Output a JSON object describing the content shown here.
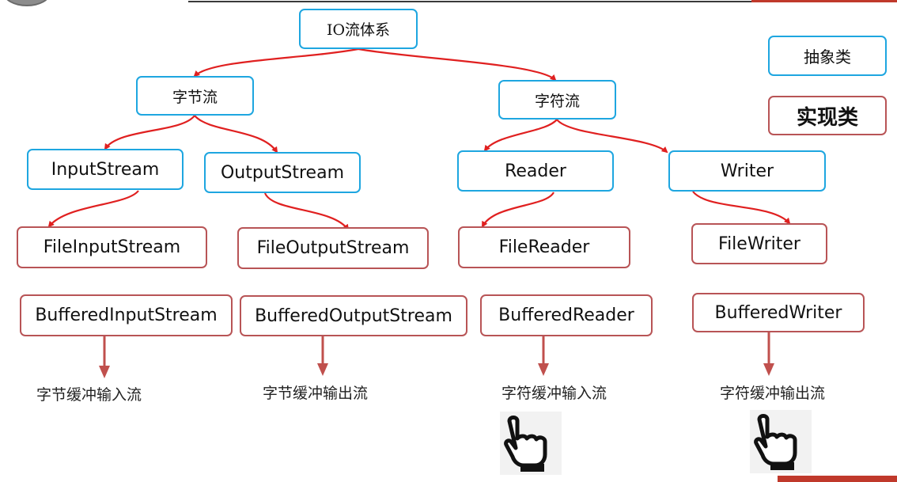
{
  "diagram": {
    "root": "IO流体系",
    "byte_stream": "字节流",
    "char_stream": "字符流",
    "input_stream": "InputStream",
    "output_stream": "OutputStream",
    "reader": "Reader",
    "writer": "Writer",
    "file_input_stream": "FileInputStream",
    "file_output_stream": "FileOutputStream",
    "file_reader": "FileReader",
    "file_writer": "FileWriter",
    "buffered_input_stream": "BufferedInputStream",
    "buffered_output_stream": "BufferedOutputStream",
    "buffered_reader": "BufferedReader",
    "buffered_writer": "BufferedWriter",
    "note_byte_in": "字节缓冲输入流",
    "note_byte_out": "字节缓冲输出流",
    "note_char_in": "字符缓冲输入流",
    "note_char_out": "字符缓冲输出流"
  },
  "legend": {
    "abstract": "抽象类",
    "impl": "实现类"
  },
  "colors": {
    "abstract_border": "#1ea6e0",
    "impl_border": "#b85456",
    "connector": "#e02020",
    "down_arrow": "#c0504d"
  },
  "icons": [
    "pointing-hand-icon",
    "pointing-hand-icon"
  ]
}
